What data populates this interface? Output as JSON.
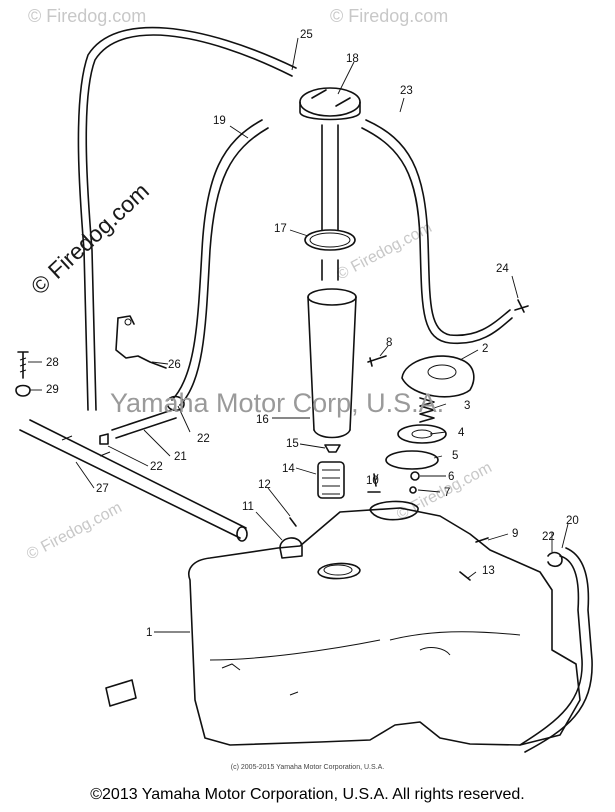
{
  "watermarks": {
    "firedog_vertical": "© Firedog.com",
    "firedog_corner": "© Firedog.com",
    "yamaha_center": "Yamaha Motor Corp, U.S.A."
  },
  "labels": {
    "l25": "25",
    "l18": "18",
    "l23": "23",
    "l19": "19",
    "l17": "17",
    "l24": "24",
    "l8": "8",
    "l2": "2",
    "l28": "28",
    "l26": "26",
    "l29": "29",
    "l3": "3",
    "l16": "16",
    "l4": "4",
    "l22a": "22",
    "l21": "21",
    "l15": "15",
    "l22b": "22",
    "l5": "5",
    "l6": "6",
    "l14": "14",
    "l7": "7",
    "l27": "27",
    "l12": "12",
    "l10": "10",
    "l11": "11",
    "l9": "9",
    "l22c": "22",
    "l20": "20",
    "l13": "13",
    "l1": "1"
  },
  "footer": {
    "small_copyright": "(c) 2005-2015 Yamaha Motor Corporation, U.S.A.",
    "main_copyright": "©2013 Yamaha Motor Corporation, U.S.A. All rights reserved."
  }
}
